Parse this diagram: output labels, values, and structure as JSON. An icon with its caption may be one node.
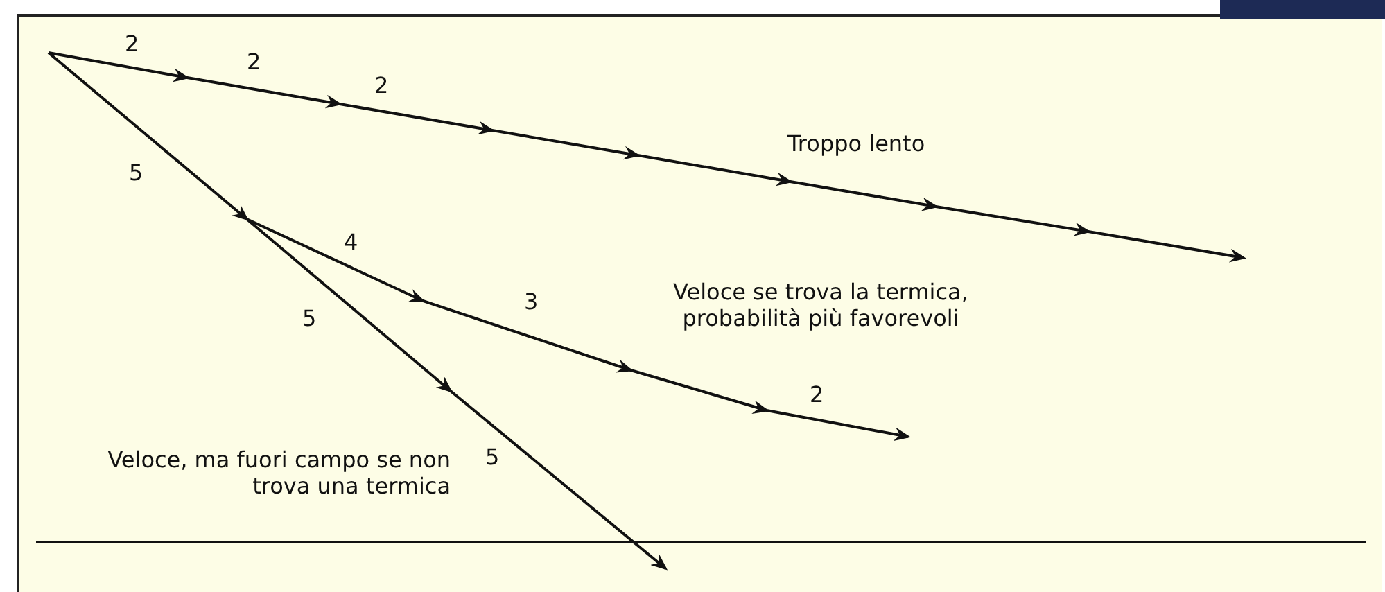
{
  "diagram": {
    "labels": [
      "2",
      "2",
      "2",
      "Troppo lento",
      "5",
      "4",
      "5",
      "3",
      "Veloce se trova la termica, probabilità più favorevoli",
      "2",
      "Veloce, ma fuori campo se non trova una termica",
      "5"
    ]
  }
}
